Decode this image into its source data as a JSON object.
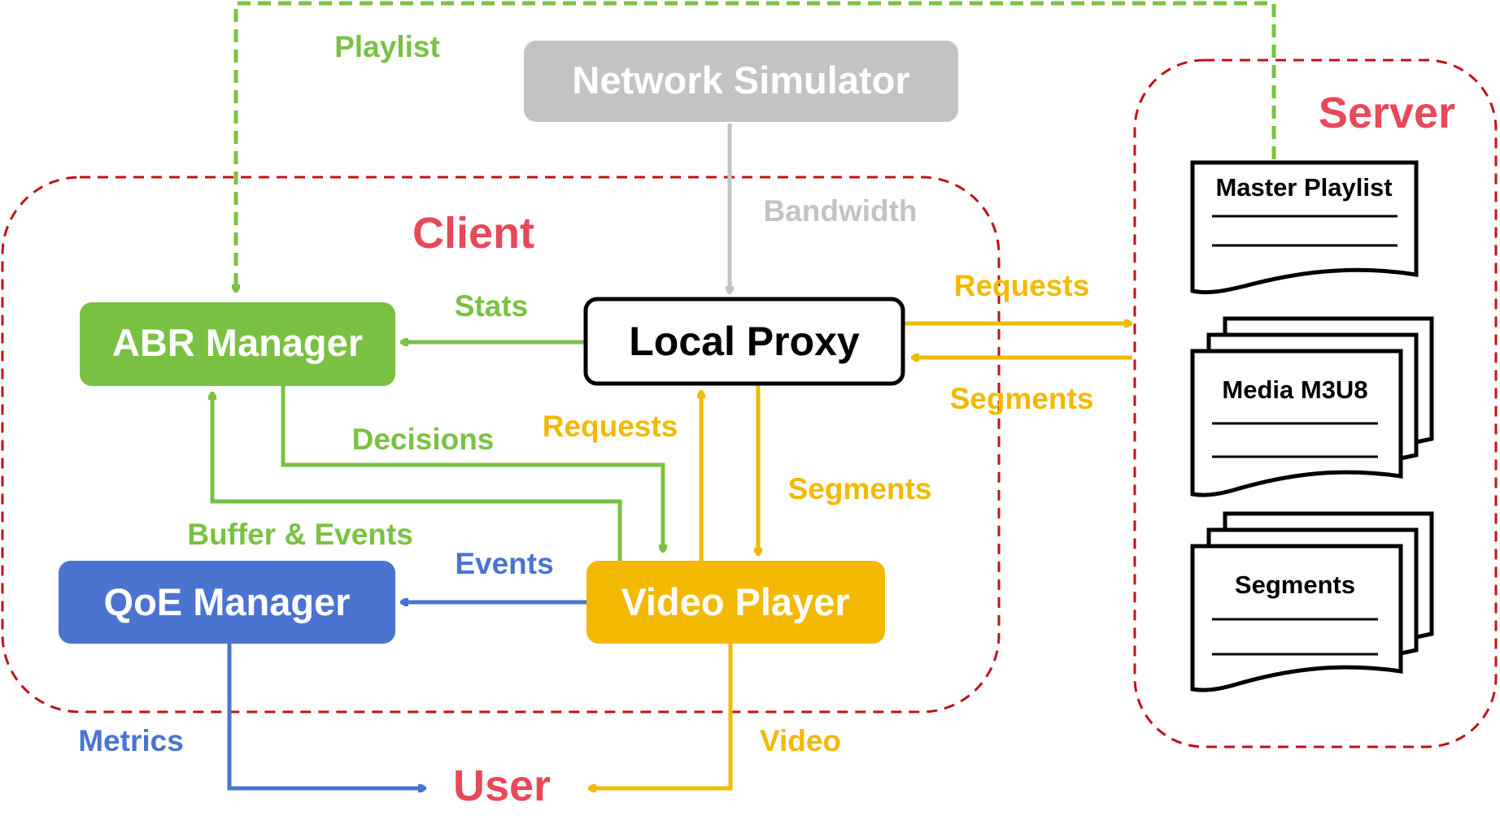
{
  "groups": {
    "client_title": "Client",
    "server_title": "Server"
  },
  "nodes": {
    "network_simulator": "Network Simulator",
    "local_proxy": "Local Proxy",
    "abr_manager": "ABR Manager",
    "qoe_manager": "QoE Manager",
    "video_player": "Video Player",
    "user": "User"
  },
  "documents": {
    "master_playlist": "Master Playlist",
    "media_m3u8": "Media M3U8",
    "segments": "Segments"
  },
  "edges": {
    "playlist": "Playlist",
    "bandwidth": "Bandwidth",
    "stats": "Stats",
    "requests_to_server": "Requests",
    "segments_from_server": "Segments",
    "decisions": "Decisions",
    "requests_to_proxy": "Requests",
    "segments_to_player": "Segments",
    "buffer_events": "Buffer & Events",
    "events": "Events",
    "metrics": "Metrics",
    "video": "Video"
  },
  "colors": {
    "green": "#7ac143",
    "yellow": "#f2b900",
    "blue": "#4a74cf",
    "gray": "#c3c3c3",
    "red_dashed": "#c0101a",
    "title_red": "#e8485a",
    "black": "#000000"
  }
}
